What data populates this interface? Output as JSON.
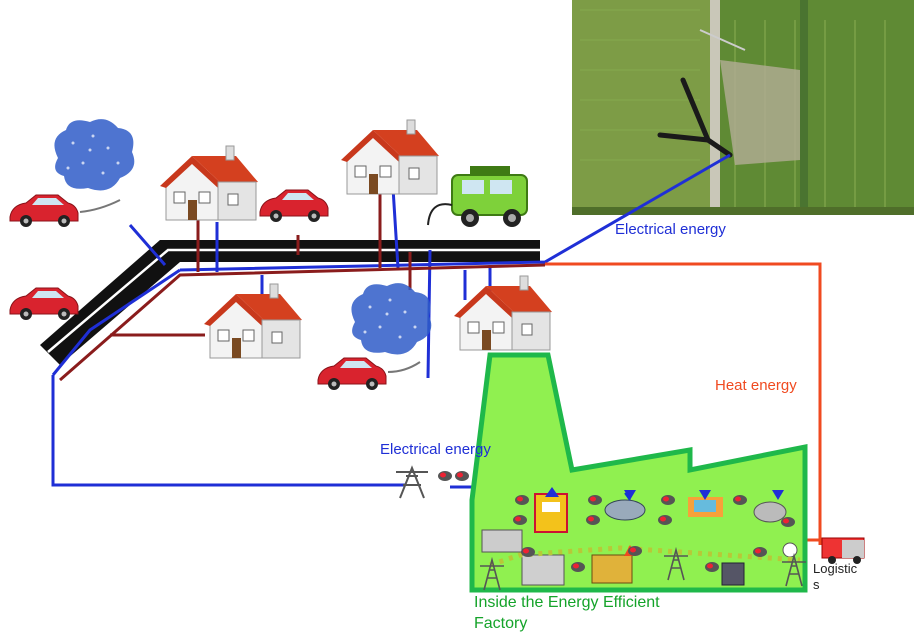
{
  "labels": {
    "electrical_top": "Electrical energy",
    "heat": "Heat energy",
    "electrical_factory": "Electrical energy",
    "factory_line1": "Inside the Energy Efficient",
    "factory_line2": "Factory",
    "logistics_line1": "Logistic",
    "logistics_line2": "s"
  },
  "colors": {
    "electrical": "#1f2fd6",
    "heat": "#f04a20",
    "factory_fill": "#90f050",
    "factory_border": "#1fb84a",
    "road": "#111111",
    "house_roof": "#c8381c",
    "car": "#d9232e"
  },
  "icons": [
    "house-icon",
    "car-icon",
    "jeep-icon",
    "emission-cloud-icon",
    "pylon-icon",
    "wind-turbine-photo",
    "truck-icon",
    "machine-icon"
  ]
}
